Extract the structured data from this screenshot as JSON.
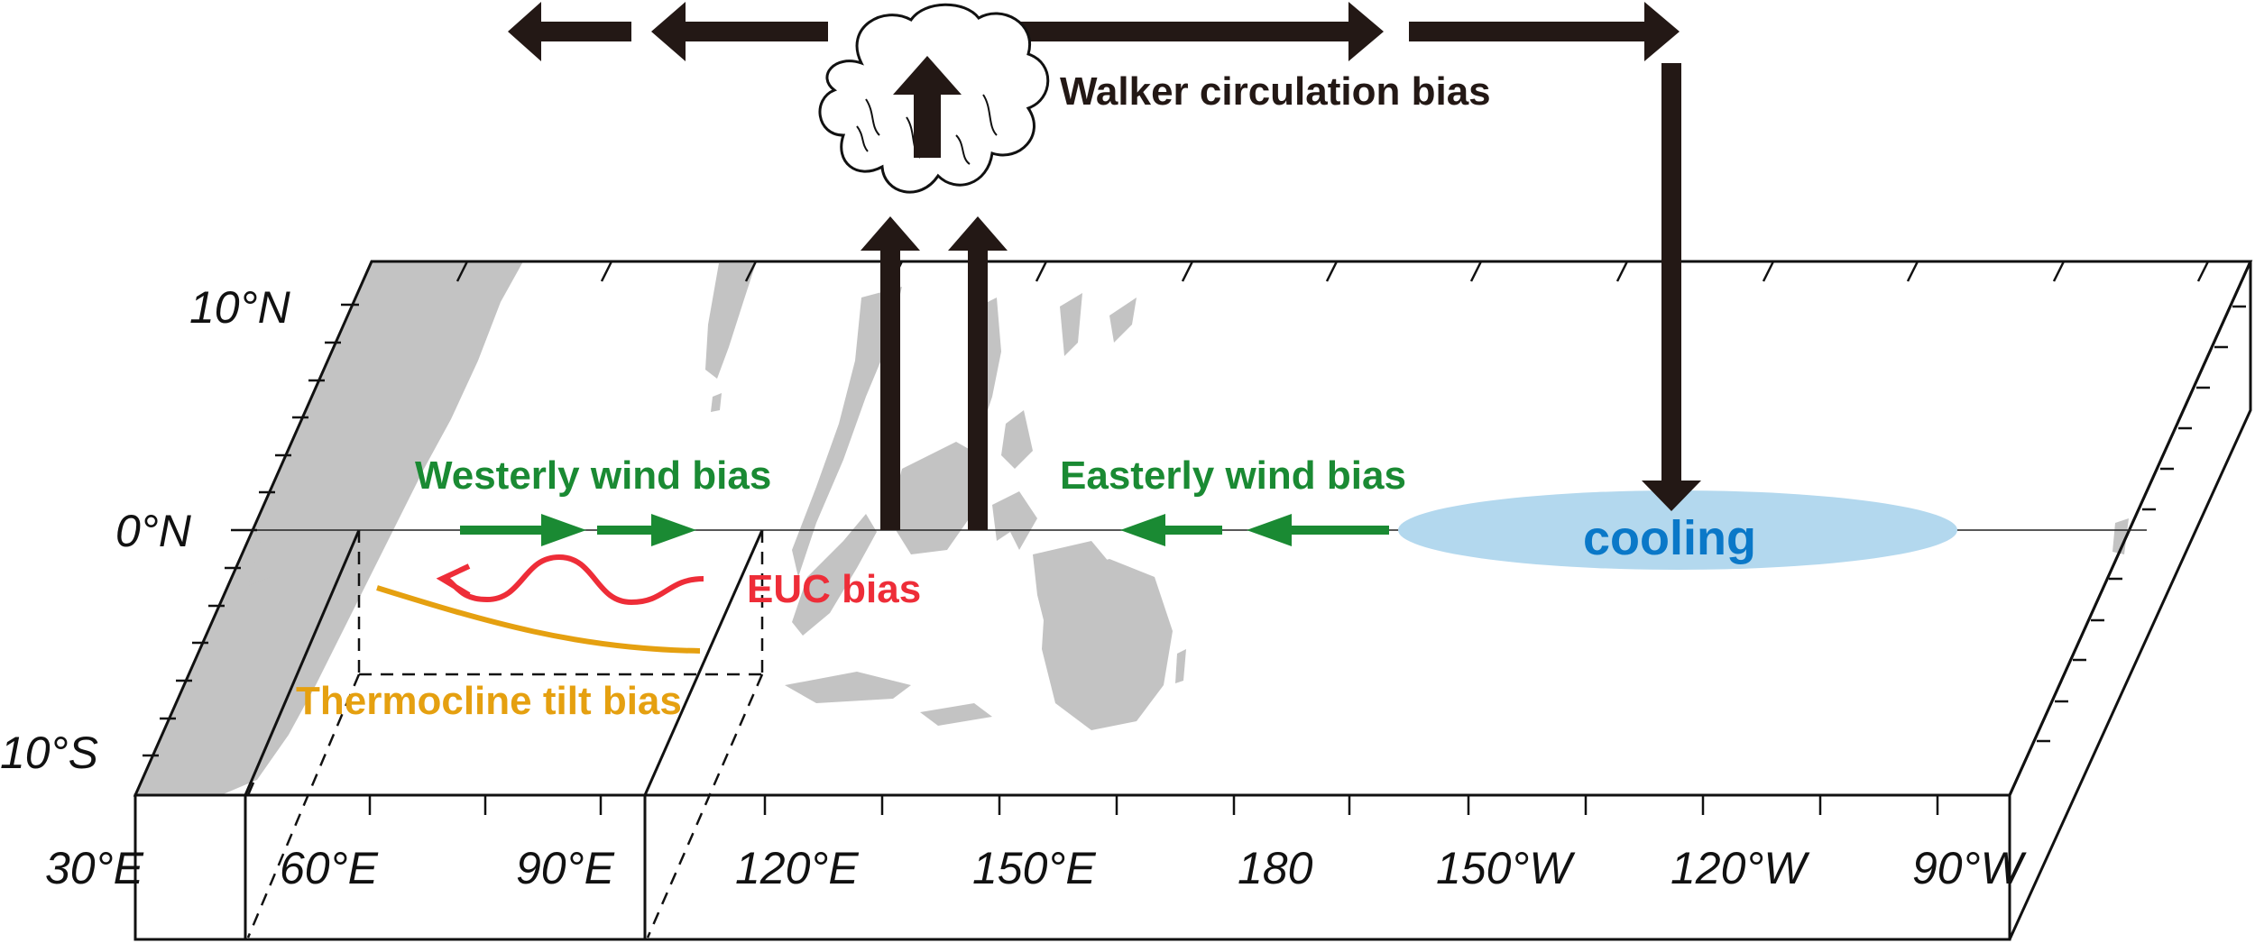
{
  "labels": {
    "walker": "Walker circulation bias",
    "westerly": "Westerly wind bias",
    "easterly": "Easterly wind bias",
    "cooling": "cooling",
    "euc": "EUC bias",
    "thermocline": "Thermocline tilt bias"
  },
  "lat_ticks": [
    "10°N",
    "0°N",
    "10°S"
  ],
  "lon_ticks": [
    "30°E",
    "60°E",
    "90°E",
    "120°E",
    "150°E",
    "180",
    "150°W",
    "120°W",
    "90°W"
  ],
  "colors": {
    "walker": "#231815",
    "westerly": "#1a8a33",
    "easterly": "#1a8a33",
    "cooling_fill": "#b3d8ee",
    "cooling_text": "#0a78c8",
    "euc": "#ee2d38",
    "thermocline": "#e5a010",
    "land": "#c3c3c3"
  }
}
